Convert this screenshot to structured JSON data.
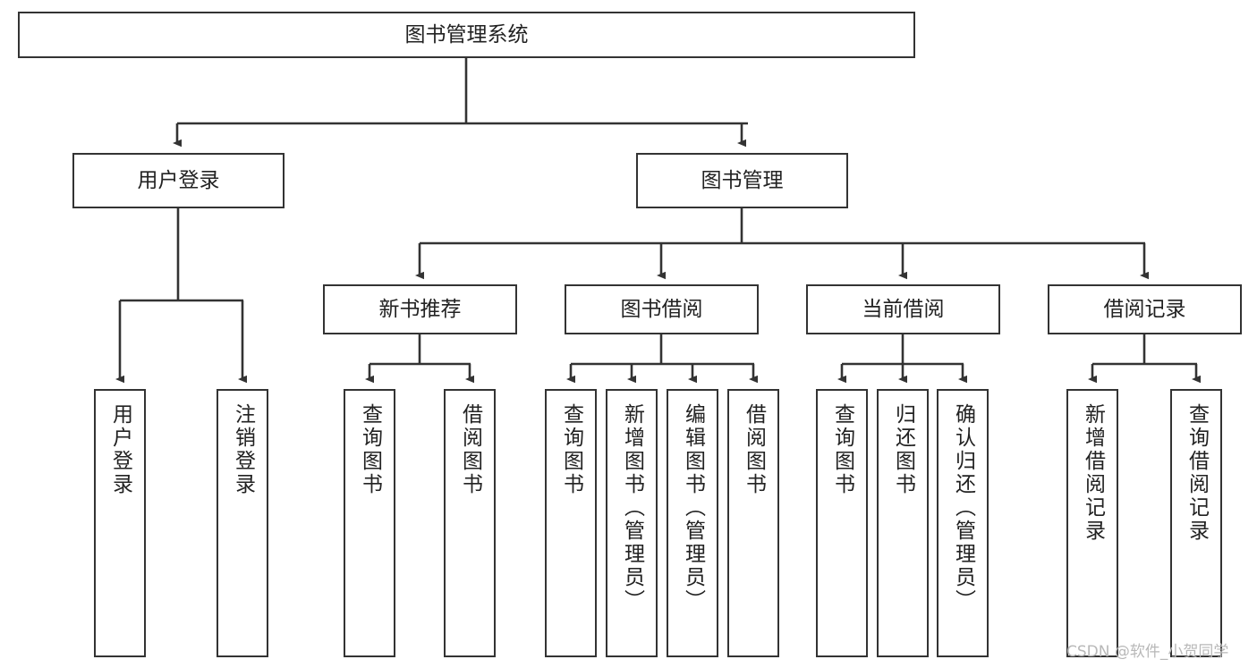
{
  "diagram": {
    "type": "tree",
    "title": "图书管理系统",
    "root": {
      "label": "图书管理系统"
    },
    "level2": [
      {
        "label": "用户登录"
      },
      {
        "label": "图书管理"
      }
    ],
    "level3": [
      {
        "label": "新书推荐"
      },
      {
        "label": "图书借阅"
      },
      {
        "label": "当前借阅"
      },
      {
        "label": "借阅记录"
      }
    ],
    "leaves": {
      "user_login": [
        {
          "label": "用户登录"
        },
        {
          "label": "注销登录"
        }
      ],
      "new_book_recommend": [
        {
          "label": "查询图书"
        },
        {
          "label": "借阅图书"
        }
      ],
      "book_borrow": [
        {
          "label": "查询图书"
        },
        {
          "label": "新增图书（管理员）"
        },
        {
          "label": "编辑图书（管理员）"
        },
        {
          "label": "借阅图书"
        }
      ],
      "current_borrow": [
        {
          "label": "查询图书"
        },
        {
          "label": "归还图书"
        },
        {
          "label": "确认归还（管理员）"
        }
      ],
      "borrow_record": [
        {
          "label": "新增借阅记录"
        },
        {
          "label": "查询借阅记录"
        }
      ]
    }
  },
  "watermark": {
    "text": "CSDN @软件_小贺同学"
  },
  "colors": {
    "border": "#333333",
    "background": "#ffffff",
    "text": "#222222",
    "watermark": "#b8b8b8"
  }
}
